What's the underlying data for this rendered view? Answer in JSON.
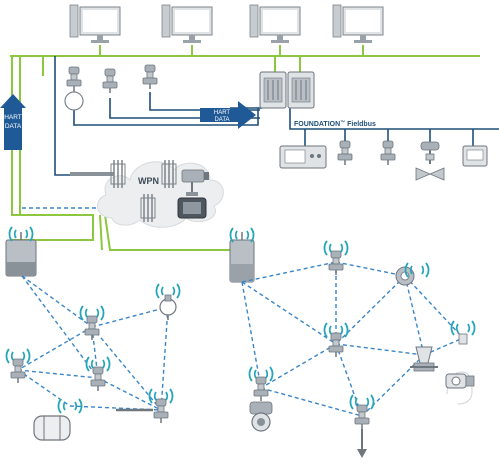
{
  "labels": {
    "hart_data_left_line1": "HART",
    "hart_data_left_line2": "DATA",
    "hart_data_mid_line1": "HART",
    "hart_data_mid_line2": "DATA",
    "wpn": "WPN",
    "foundation_prefix": "FOUNDATION",
    "foundation_tm": "™",
    "foundation_suffix": " Fieldbus"
  },
  "icons": [
    "computer-monitor-icon",
    "fieldbus-controller-icon",
    "pressure-transmitter-icon",
    "gateway-icon",
    "wireless-signal-icon",
    "valve-icon",
    "flowmeter-icon",
    "handheld-communicator-icon",
    "tank-icon",
    "camera-icon",
    "cloud-icon"
  ],
  "colors": {
    "green_line": "#8dc63f",
    "blue_line": "#1f4e79",
    "mesh_link": "#3a86c8",
    "wireless_teal": "#25a6b8",
    "device_gray": "#a9b0b7",
    "device_dark": "#6e767e",
    "cloud": "#eceef0",
    "arrow_blue": "#1f5a96"
  }
}
